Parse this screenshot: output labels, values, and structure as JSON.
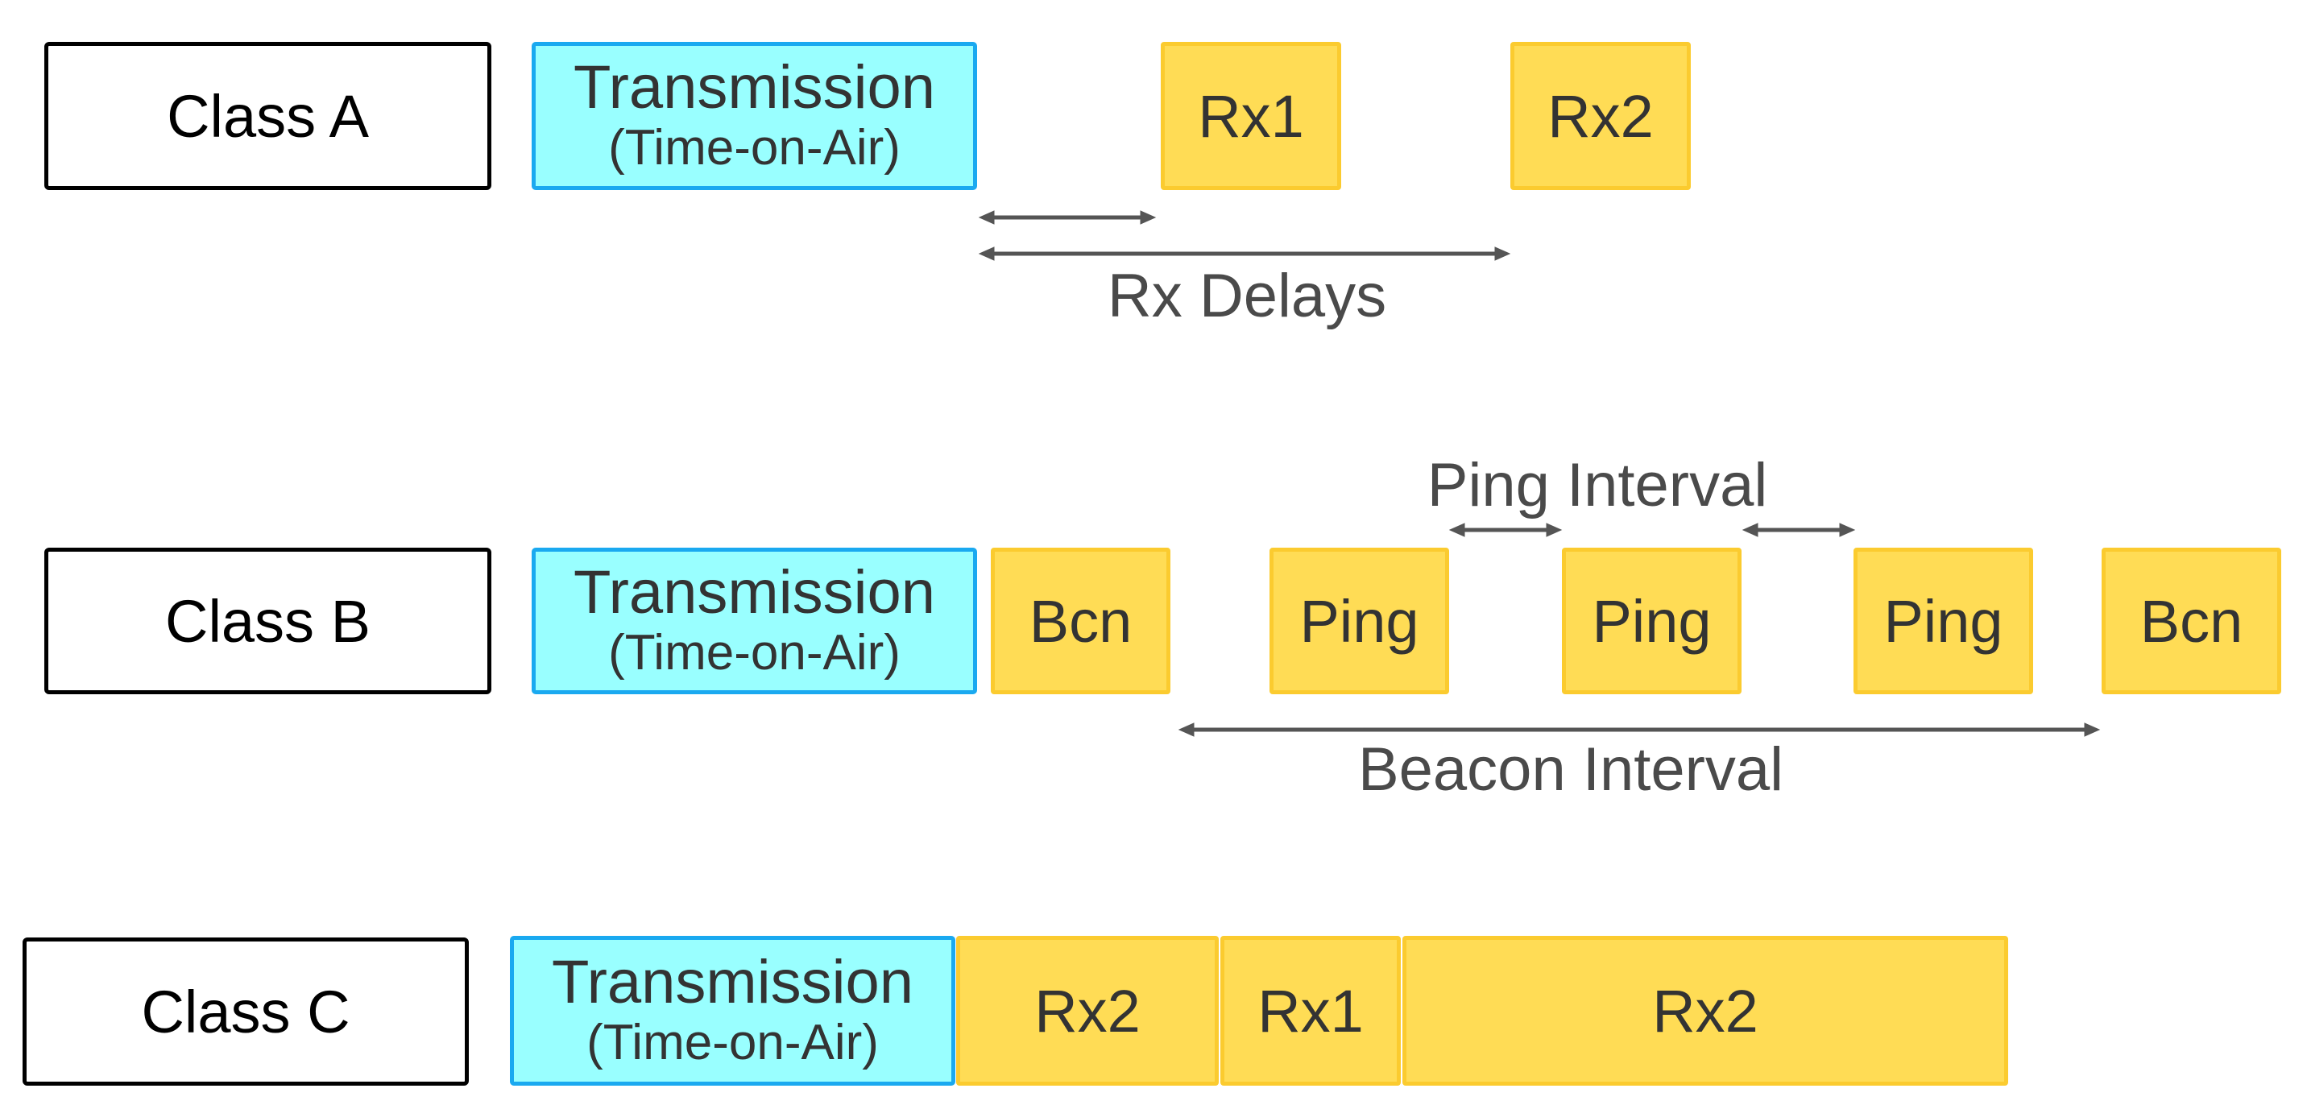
{
  "class_a": {
    "label": "Class A",
    "transmission": {
      "title": "Transmission",
      "subtitle": "(Time-on-Air)"
    },
    "rx1": "Rx1",
    "rx2": "Rx2",
    "delays_label": "Rx Delays"
  },
  "class_b": {
    "label": "Class B",
    "transmission": {
      "title": "Transmission",
      "subtitle": "(Time-on-Air)"
    },
    "beacon_start": "Bcn",
    "pings": [
      "Ping",
      "Ping",
      "Ping"
    ],
    "beacon_end": "Bcn",
    "ping_interval_label": "Ping Interval",
    "beacon_interval_label": "Beacon Interval"
  },
  "class_c": {
    "label": "Class C",
    "transmission": {
      "title": "Transmission",
      "subtitle": "(Time-on-Air)"
    },
    "slots": [
      "Rx2",
      "Rx1",
      "Rx2"
    ]
  },
  "colors": {
    "transmission_fill": "#99ffff",
    "transmission_border": "#1aa9f0",
    "receive_fill": "#ffdc55",
    "receive_border": "#fbcb2f",
    "arrow": "#555555"
  }
}
